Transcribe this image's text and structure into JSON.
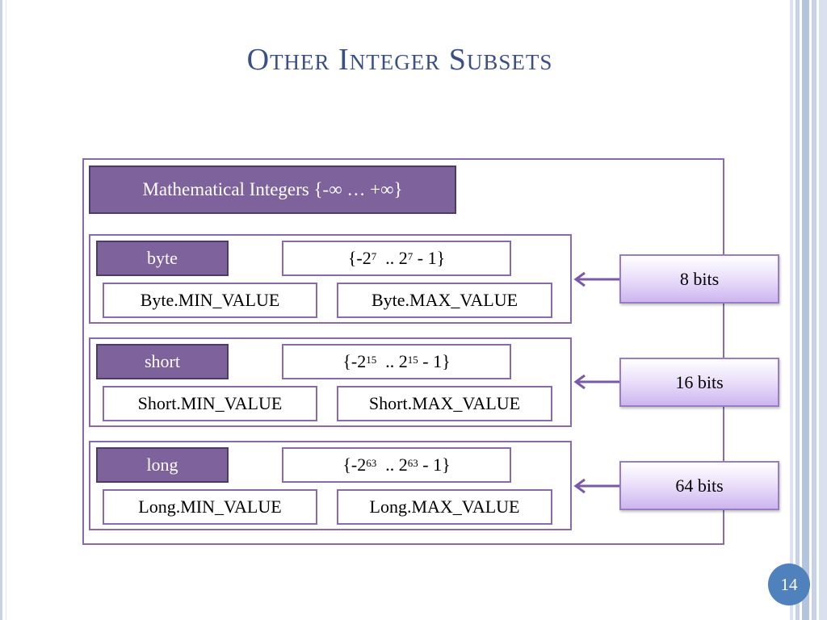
{
  "slide": {
    "title": "Other Integer Subsets",
    "page_number": "14",
    "accent_color": "#3b4e86",
    "box_fill_color": "#7d629c",
    "border_color": "#8a6aa8"
  },
  "diagram": {
    "outer_label": "Mathematical Integers {-∞ … +∞}",
    "groups": [
      {
        "type_label": "byte",
        "range_prefix": "{-2",
        "exp": "7",
        "range_mid": "  .. 2",
        "range_suffix": " - 1}",
        "min_label": "Byte.MIN_VALUE",
        "max_label": "Byte.MAX_VALUE",
        "bits_label": "8 bits"
      },
      {
        "type_label": "short",
        "range_prefix": "{-2",
        "exp": "15",
        "range_mid": "  .. 2",
        "range_suffix": " - 1}",
        "min_label": "Short.MIN_VALUE",
        "max_label": "Short.MAX_VALUE",
        "bits_label": "16 bits"
      },
      {
        "type_label": "long",
        "range_prefix": "{-2",
        "exp": "63",
        "range_mid": "  .. 2",
        "range_suffix": " - 1}",
        "min_label": "Long.MIN_VALUE",
        "max_label": "Long.MAX_VALUE",
        "bits_label": "64 bits"
      }
    ]
  }
}
